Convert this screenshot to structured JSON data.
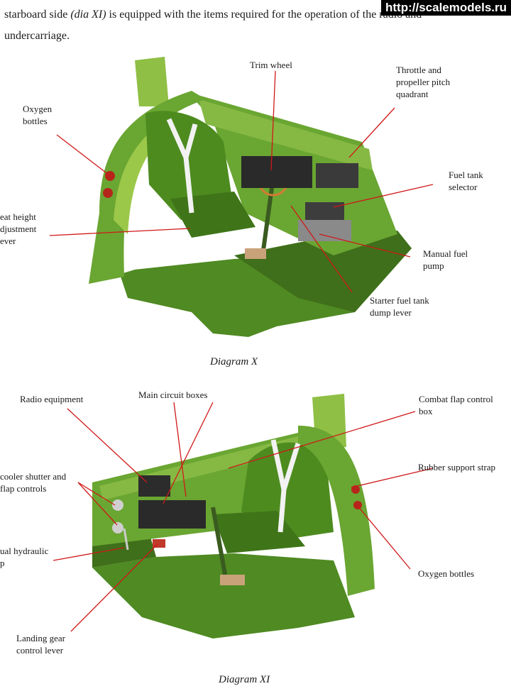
{
  "text": {
    "line1_before": "starboard side ",
    "line1_ref": "(dia XI)",
    "line1_after": " is equipped with the items required for the operation of the radio and",
    "line2": "undercarriage."
  },
  "watermark": "http://scalemodels.ru",
  "diagram_x": {
    "caption": "Diagram X",
    "labels": {
      "trim_wheel": "Trim wheel",
      "throttle": "Throttle and\npropeller pitch\nquadrant",
      "oxygen": "Oxygen\nbottles",
      "fuel_selector": "Fuel tank\nselector",
      "seat_height": "eat height\ndjustment\never",
      "manual_pump": "Manual fuel\npump",
      "starter_dump": "Starter fuel tank\ndump lever"
    }
  },
  "diagram_xi": {
    "caption": "Diagram XI",
    "labels": {
      "radio": "Radio equipment",
      "circuit": "Main circuit boxes",
      "combat_flap": "Combat flap control\nbox",
      "cooler": "cooler shutter and\n flap controls",
      "rubber": "Rubber support strap",
      "hydraulic": "ual hydraulic\np",
      "oxygen": "Oxygen bottles",
      "landing_gear": "Landing gear\ncontrol lever"
    }
  },
  "colors": {
    "leader": "#d01818",
    "cockpit": "#5f9c2a",
    "cockpit_dark": "#3f6f1a",
    "cockpit_light": "#9cc84a"
  }
}
